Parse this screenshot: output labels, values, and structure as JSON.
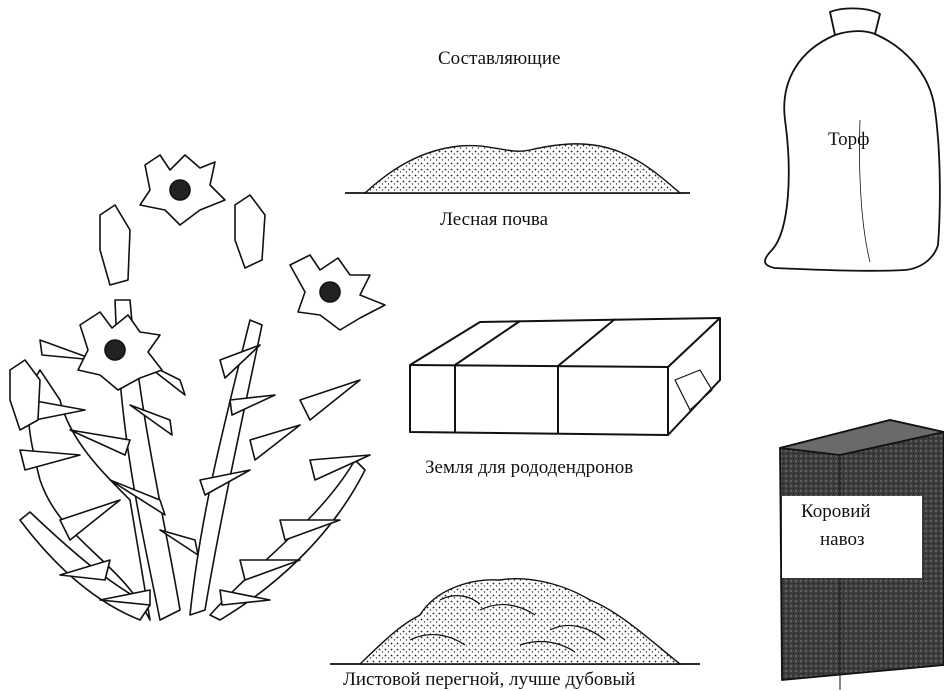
{
  "title": "Составляющие",
  "items": {
    "forest_soil": "Лесная почва",
    "peat": "Торф",
    "rhododendron_soil": "Земля для рододендронов",
    "cow_manure_line1": "Коровий",
    "cow_manure_line2": "навоз",
    "leaf_humus": "Листовой перегной, лучше дубовый"
  },
  "colors": {
    "ink": "#111111",
    "paper": "#ffffff",
    "box_fill": "#4a4a4a"
  }
}
